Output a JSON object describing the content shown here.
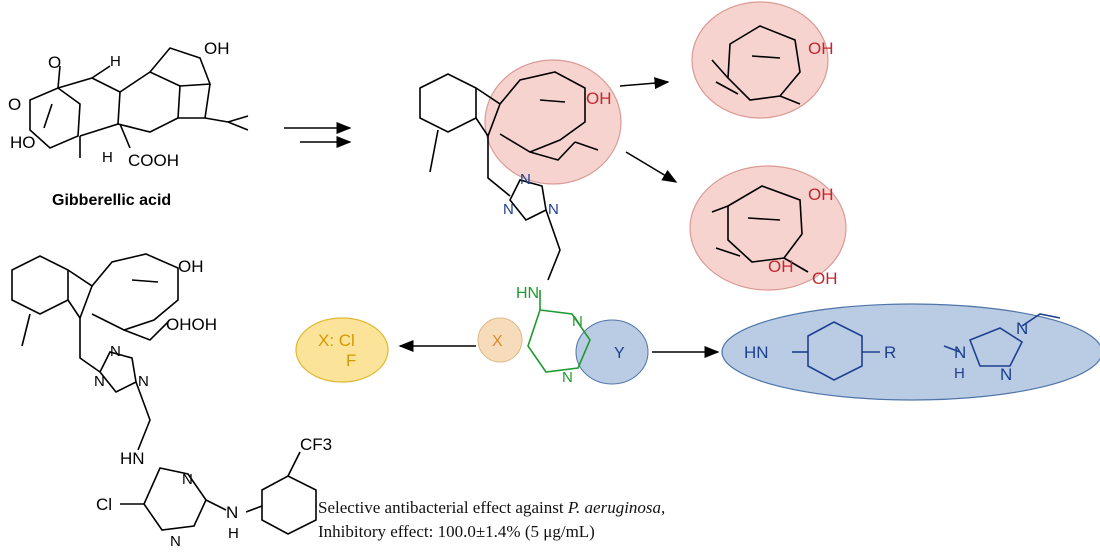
{
  "compounds": {
    "gibberellic_acid": {
      "name": "Gibberellic acid",
      "oh": "OH",
      "ho": "HO",
      "o": "O",
      "h": "H",
      "cooh": "COOH"
    },
    "intermediate": {
      "oh": "OH"
    },
    "ketone_product": {
      "oh": "OH"
    },
    "diol_product": {
      "oh": "OH"
    },
    "triazole_core": {
      "n": "N",
      "hn": "HN",
      "x": "X",
      "y": "Y"
    },
    "halogen_box": {
      "line1": "X: Cl",
      "line2": "F"
    },
    "amine_box": {
      "hn": "HN",
      "r": "R",
      "n": "N",
      "h": "H"
    },
    "final_compound": {
      "oh": "OH",
      "ohoh": "OHOH",
      "cf3": "CF3",
      "cl": "Cl",
      "hn": "HN",
      "n": "N",
      "h": "H"
    }
  },
  "caption": {
    "line1_prefix": "Selective antibacterial effect against ",
    "line1_species": "P. aeruginosa,",
    "line2": "Inhibitory effect: 100.0±1.4% (5 μg/mL)"
  },
  "colors": {
    "pink_fill": "#f6d3cf",
    "pink_stroke": "#d99a95",
    "red_text": "#c0282d",
    "blue_fill": "#b9cce4",
    "blue_stroke": "#4f74a8",
    "blue_text": "#1d3f8f",
    "yellow_fill": "#fbe49a",
    "yellow_stroke": "#e0b830",
    "yellow_text": "#d69a00",
    "green_text": "#1f9a2f",
    "orange_fill": "#f7dcbc",
    "orange_text": "#d98a33"
  }
}
